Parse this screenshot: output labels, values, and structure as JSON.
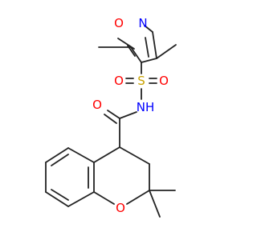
{
  "molecule": {
    "atoms": {
      "o_ring": {
        "label": "O",
        "color": "#ff0000"
      },
      "n_ring": {
        "label": "N",
        "color": "#0000ff"
      },
      "s_sulfonyl": {
        "label": "S",
        "color": "#c8a200"
      },
      "o_sulfonyl_left": {
        "label": "O",
        "color": "#ff0000"
      },
      "o_sulfonyl_right": {
        "label": "O",
        "color": "#ff0000"
      },
      "nh_amide": {
        "label": "NH",
        "color": "#0000ff"
      },
      "o_carbonyl": {
        "label": "O",
        "color": "#ff0000"
      },
      "o_chromane": {
        "label": "O",
        "color": "#ff0000"
      }
    }
  }
}
